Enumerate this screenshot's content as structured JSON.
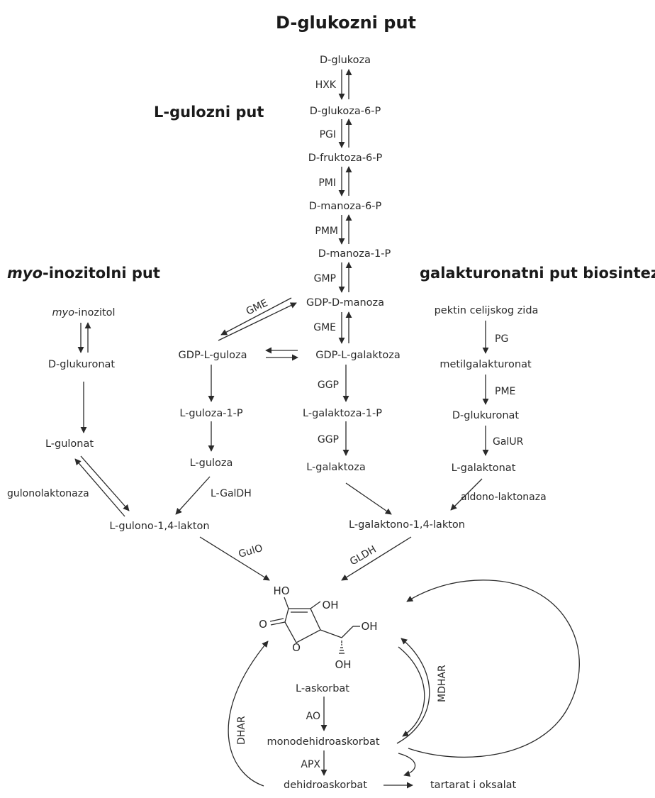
{
  "titles": {
    "d_glucose": "D-glukozni put",
    "l_gulose": "L-gulozni put",
    "myo_italic": "myo",
    "myo_rest": "-inozitolni put",
    "galacturonate": "galakturonatni put biosinteze"
  },
  "nodes": {
    "d_glukoza": "D-glukoza",
    "d_glukoza_6p": "D-glukoza-6-P",
    "d_fruktoza_6p": "D-fruktoza-6-P",
    "d_manoza_6p": "D-manoza-6-P",
    "d_manoza_1p": "D-manoza-1-P",
    "gdp_d_manoza": "GDP-D-manoza",
    "gdp_l_galaktoza": "GDP-L-galaktoza",
    "l_galaktoza_1p": "L-galaktoza-1-P",
    "l_galaktoza": "L-galaktoza",
    "l_galaktono_lakton": "L-galaktono-1,4-lakton",
    "gdp_l_guloza": "GDP-L-guloza",
    "l_guloza_1p": "L-guloza-1-P",
    "l_guloza": "L-guloza",
    "l_gulono_lakton": "L-gulono-1,4-lakton",
    "myo_italic": "myo",
    "myo_rest": "-inozitol",
    "d_glukuronat_left": "D-glukuronat",
    "l_gulonat": "L-gulonat",
    "pektin": "pektin celijskog zida",
    "metilgalakturonat": "metilgalakturonat",
    "d_glukuronat_right": "D-glukuronat",
    "l_galaktonat": "L-galaktonat",
    "l_askorbat": "L-askorbat",
    "monodehidroaskorbat": "monodehidroaskorbat",
    "dehidroaskorbat": "dehidroaskorbat",
    "tartarat": "tartarat i oksalat"
  },
  "enzymes": {
    "hxk": "HXK",
    "pgi": "PGI",
    "pmi": "PMI",
    "pmm": "PMM",
    "gmp": "GMP",
    "gme_vertical": "GME",
    "gme_diagonal": "GME",
    "ggp_1": "GGP",
    "ggp_2": "GGP",
    "l_galdh": "L-GalDH",
    "gulonolaktonaza": "gulonolaktonaza",
    "pg": "PG",
    "pme": "PME",
    "galur": "GalUR",
    "aldono_laktonaza": "aldono-laktonaza",
    "gulo": "GulO",
    "gldh": "GLDH",
    "ao": "AO",
    "apx": "APX",
    "dhar": "DHAR",
    "mdhar": "MDHAR"
  },
  "molecule": {
    "ho": "HO",
    "oh_ring": "OH",
    "o_carbonyl": "O",
    "o_ring": "O",
    "oh_side": "OH",
    "oh_bottom": "OH"
  }
}
